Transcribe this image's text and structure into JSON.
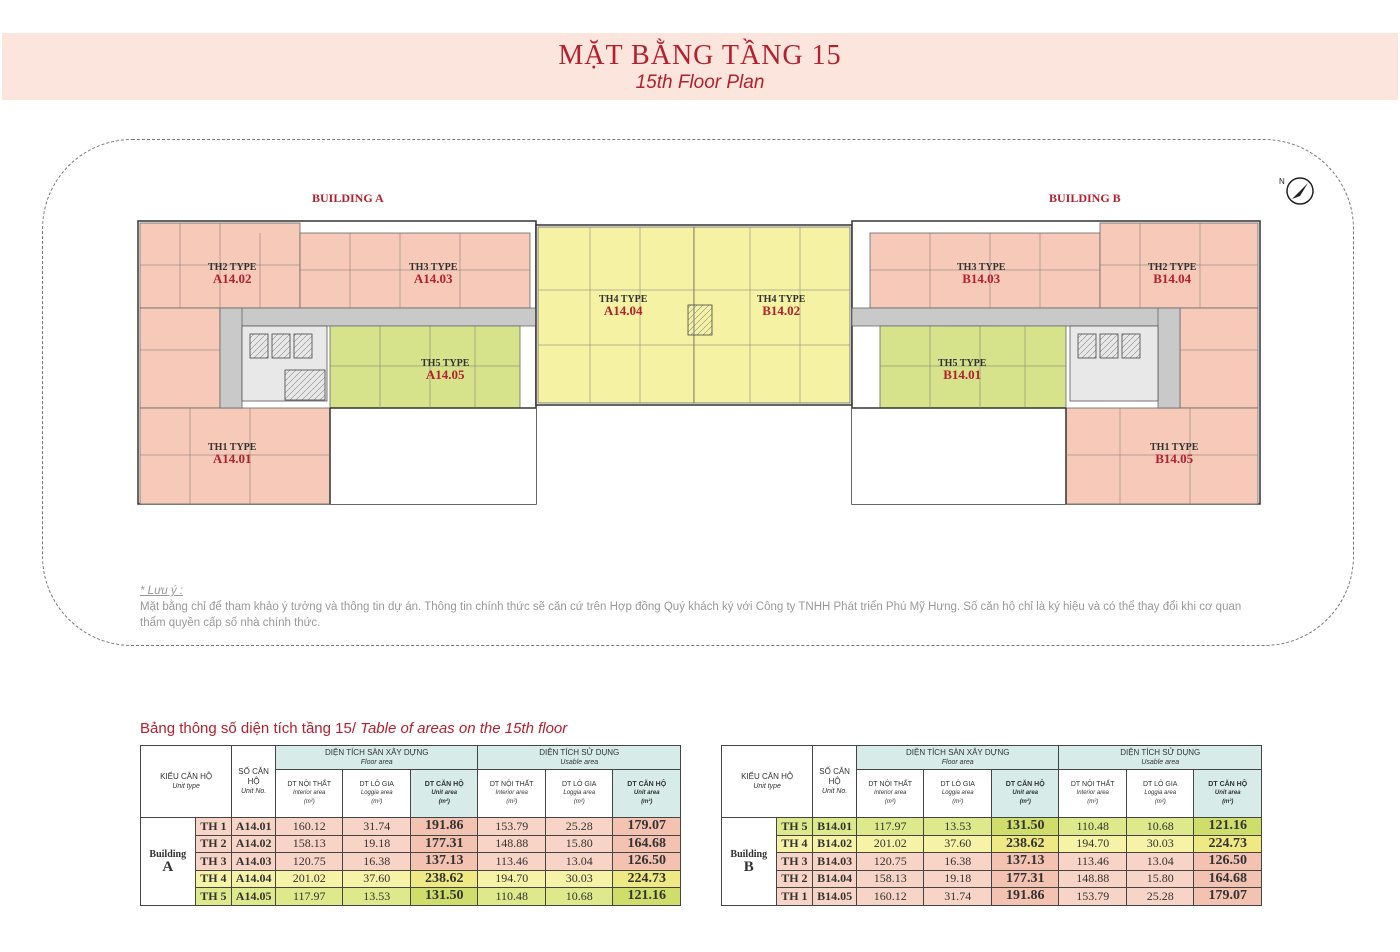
{
  "header": {
    "title_vn": "MẶT BẰNG TẦNG 15",
    "title_en": "15th Floor Plan"
  },
  "plan": {
    "building_a": "BUILDING A",
    "building_b": "BUILDING B",
    "units": [
      {
        "type": "TH2 TYPE",
        "code": "A14.02",
        "color": "#f6c9b8"
      },
      {
        "type": "TH3 TYPE",
        "code": "A14.03",
        "color": "#f6c9b8"
      },
      {
        "type": "TH4 TYPE",
        "code": "A14.04",
        "color": "#f5f2a4"
      },
      {
        "type": "TH4 TYPE",
        "code": "B14.02",
        "color": "#f5f2a4"
      },
      {
        "type": "TH5 TYPE",
        "code": "A14.05",
        "color": "#d6e38a"
      },
      {
        "type": "TH1 TYPE",
        "code": "A14.01",
        "color": "#f6c9b8"
      },
      {
        "type": "TH3 TYPE",
        "code": "B14.03",
        "color": "#f6c9b8"
      },
      {
        "type": "TH2 TYPE",
        "code": "B14.04",
        "color": "#f6c9b8"
      },
      {
        "type": "TH5 TYPE",
        "code": "B14.01",
        "color": "#d6e38a"
      },
      {
        "type": "TH1 TYPE",
        "code": "B14.05",
        "color": "#f6c9b8"
      }
    ]
  },
  "note": {
    "title": "* Lưu ý :",
    "body": "Mặt bằng chỉ để tham khảo ý tưởng và thông tin dự án. Thông tin chính thức sẽ căn cứ trên Hợp đồng Quý khách ký với Công ty TNHH Phát triển Phú Mỹ Hưng. Số căn hộ chỉ là ký hiệu và có thể thay đổi khi cơ quan thẩm quyền cấp số nhà chính thức."
  },
  "table_title": {
    "vn": "Bảng thông số diện tích tầng 15/ ",
    "en": "Table of areas on the 15th floor"
  },
  "table_headers": {
    "unit_type": "KIỂU CĂN HỘ",
    "unit_type_en": "Unit type",
    "unit_no": "SỐ CĂN HỘ",
    "unit_no_en": "Unit No.",
    "floor_area": "DIỆN TÍCH SÀN XÂY DỰNG",
    "floor_area_en": "Floor area",
    "usable_area": "DIỆN TÍCH SỬ DỤNG",
    "usable_area_en": "Usable area",
    "interior": "DT NỘI THẤT",
    "interior_en": "Interior area",
    "loggia": "DT LÔ GIA",
    "loggia_en": "Loggia area",
    "unit_area": "DT CĂN HỘ",
    "unit_area_en": "Unit area",
    "unit_m2": "(m²)"
  },
  "table_a": {
    "building": "Building",
    "letter": "A",
    "rows": [
      {
        "type": "TH 1",
        "unit": "A14.01",
        "f_int": "160.12",
        "f_log": "31.74",
        "f_unit": "191.86",
        "u_int": "153.79",
        "u_log": "25.28",
        "u_unit": "179.07",
        "color": "pink"
      },
      {
        "type": "TH 2",
        "unit": "A14.02",
        "f_int": "158.13",
        "f_log": "19.18",
        "f_unit": "177.31",
        "u_int": "148.88",
        "u_log": "15.80",
        "u_unit": "164.68",
        "color": "pink"
      },
      {
        "type": "TH 3",
        "unit": "A14.03",
        "f_int": "120.75",
        "f_log": "16.38",
        "f_unit": "137.13",
        "u_int": "113.46",
        "u_log": "13.04",
        "u_unit": "126.50",
        "color": "pink"
      },
      {
        "type": "TH 4",
        "unit": "A14.04",
        "f_int": "201.02",
        "f_log": "37.60",
        "f_unit": "238.62",
        "u_int": "194.70",
        "u_log": "30.03",
        "u_unit": "224.73",
        "color": "yellow"
      },
      {
        "type": "TH 5",
        "unit": "A14.05",
        "f_int": "117.97",
        "f_log": "13.53",
        "f_unit": "131.50",
        "u_int": "110.48",
        "u_log": "10.68",
        "u_unit": "121.16",
        "color": "green"
      }
    ]
  },
  "table_b": {
    "building": "Building",
    "letter": "B",
    "rows": [
      {
        "type": "TH 5",
        "unit": "B14.01",
        "f_int": "117.97",
        "f_log": "13.53",
        "f_unit": "131.50",
        "u_int": "110.48",
        "u_log": "10.68",
        "u_unit": "121.16",
        "color": "green"
      },
      {
        "type": "TH 4",
        "unit": "B14.02",
        "f_int": "201.02",
        "f_log": "37.60",
        "f_unit": "238.62",
        "u_int": "194.70",
        "u_log": "30.03",
        "u_unit": "224.73",
        "color": "yellow"
      },
      {
        "type": "TH 3",
        "unit": "B14.03",
        "f_int": "120.75",
        "f_log": "16.38",
        "f_unit": "137.13",
        "u_int": "113.46",
        "u_log": "13.04",
        "u_unit": "126.50",
        "color": "pink"
      },
      {
        "type": "TH 2",
        "unit": "B14.04",
        "f_int": "158.13",
        "f_log": "19.18",
        "f_unit": "177.31",
        "u_int": "148.88",
        "u_log": "15.80",
        "u_unit": "164.68",
        "color": "pink"
      },
      {
        "type": "TH 1",
        "unit": "B14.05",
        "f_int": "160.12",
        "f_log": "31.74",
        "f_unit": "191.86",
        "u_int": "153.79",
        "u_log": "25.28",
        "u_unit": "179.07",
        "color": "pink"
      }
    ]
  },
  "icons": {
    "compass": "north-arrow-icon"
  }
}
